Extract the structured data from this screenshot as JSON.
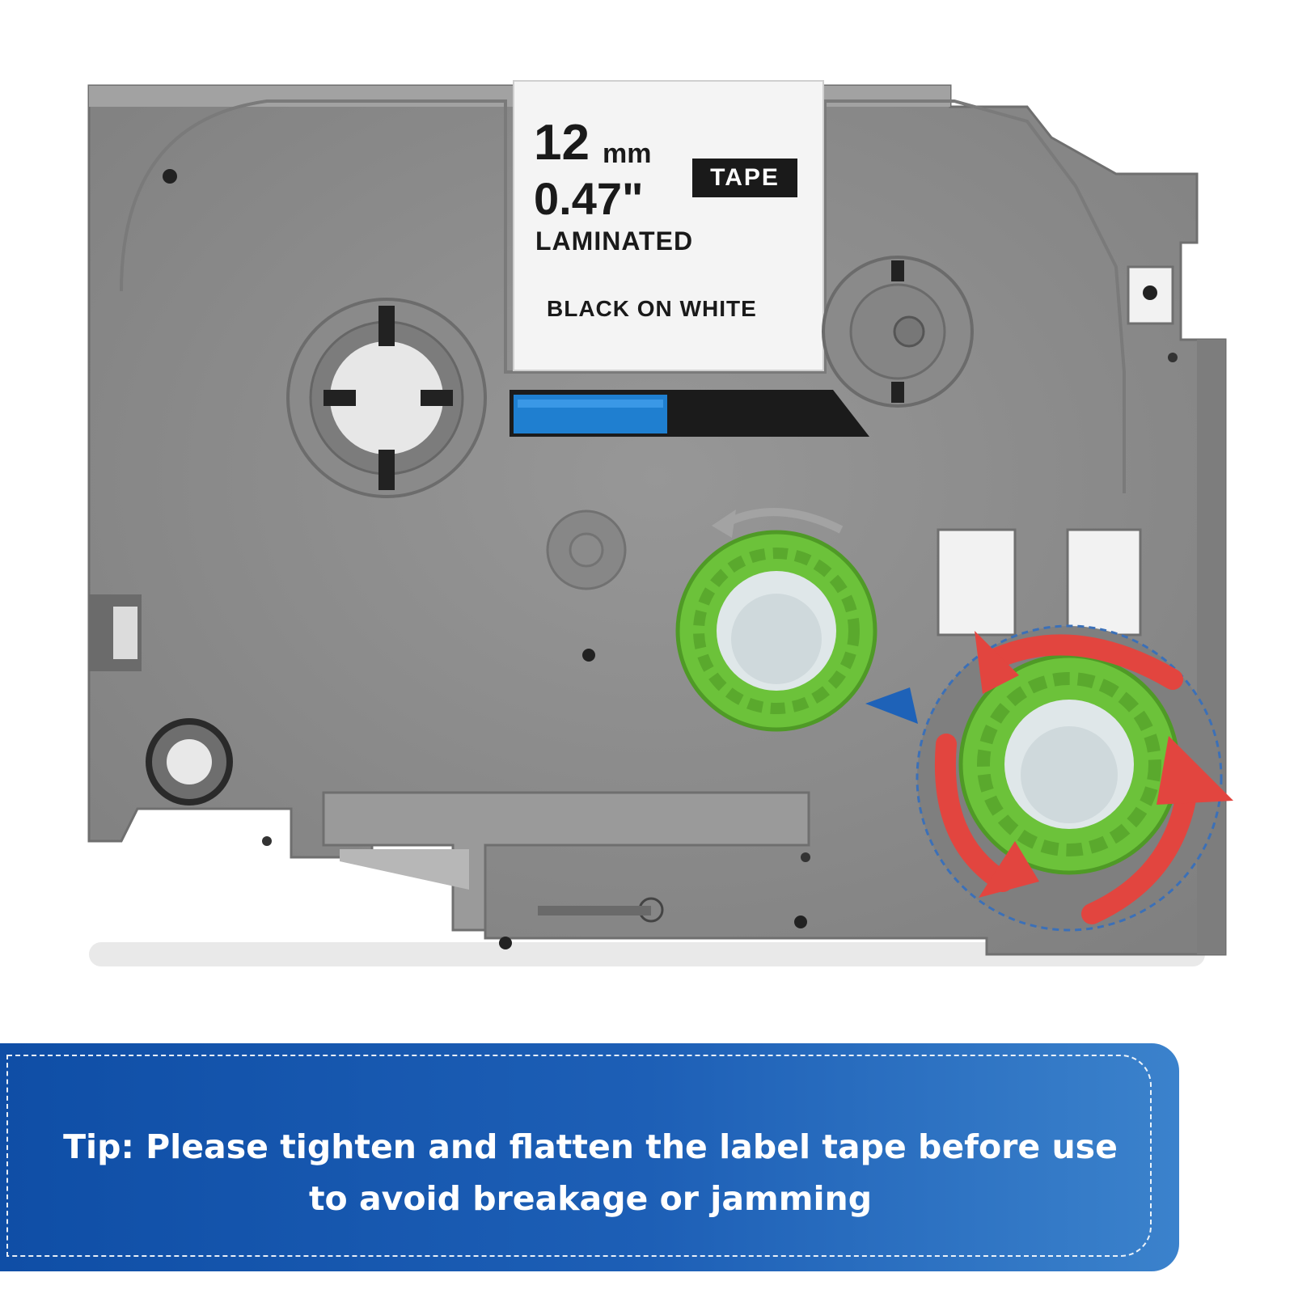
{
  "product": {
    "label": {
      "width_mm": "12",
      "width_mm_unit": "mm",
      "width_in": "0.47\"",
      "badge": "TAPE",
      "type": "LAMINATED",
      "color_scheme": "BLACK ON WHITE"
    },
    "colors": {
      "cartridge": "#8e8e8e",
      "spool": "#6cc23a",
      "tape": "#1f7fd0",
      "arrows": "#e2453f",
      "pointer": "#1e62b8"
    }
  },
  "tip": {
    "line1": "Tip: Please tighten and flatten the label tape before use",
    "line2": "to avoid breakage or jamming",
    "colors": {
      "banner_start": "#0f4ea6",
      "banner_end": "#3b82cc"
    }
  }
}
